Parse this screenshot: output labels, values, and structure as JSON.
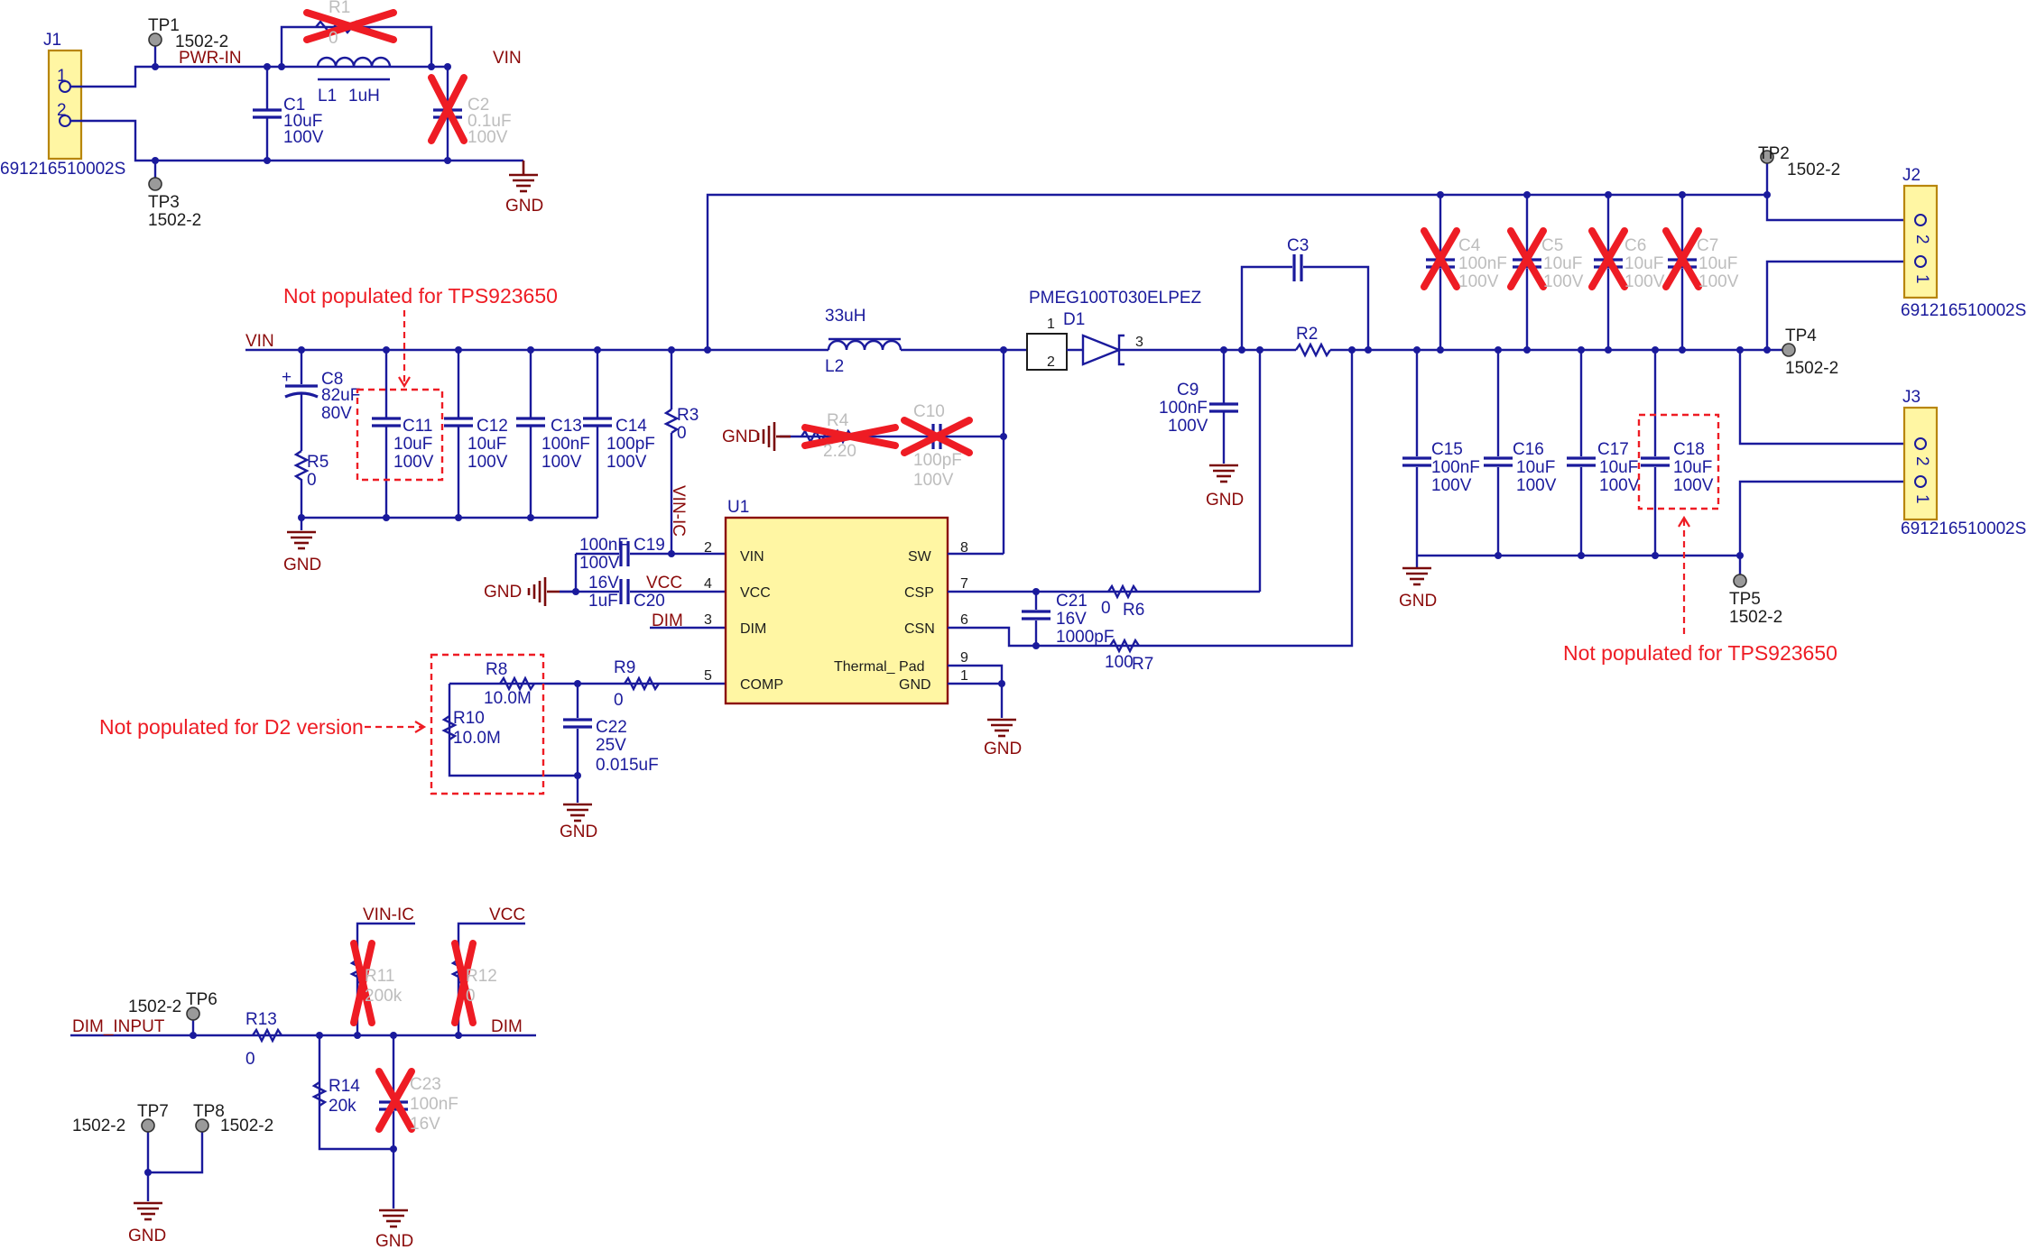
{
  "nets": {
    "pwr_in": "PWR-IN",
    "vin_top": "VIN",
    "vin_left": "VIN",
    "vin_ic": "VIN-IC",
    "vcc": "VCC",
    "dim": "DIM",
    "vin_ic_bottom": "VIN-IC",
    "vcc_bottom": "VCC",
    "dim_input": "DIM_INPUT",
    "dim_bottom": "DIM",
    "gnd": "GND"
  },
  "connectors": {
    "j1": {
      "ref": "J1",
      "part": "69121651000",
      "suffix": "2S",
      "pin1": "1",
      "pin2": "2"
    },
    "j2": {
      "ref": "J2",
      "part": "69121651000",
      "suffix": "2S",
      "pin1": "1",
      "pin2": "2"
    },
    "j3": {
      "ref": "J3",
      "part": "69121651000",
      "suffix": "2S",
      "pin1": "1",
      "pin2": "2"
    }
  },
  "testpoints": {
    "tp1": {
      "ref": "TP1",
      "part": "1502-2"
    },
    "tp2": {
      "ref": "TP2",
      "part": "1502-2"
    },
    "tp3": {
      "ref": "TP3",
      "part": "1502-2"
    },
    "tp4": {
      "ref": "TP4",
      "part": "1502-2"
    },
    "tp5": {
      "ref": "TP5",
      "part": "1502-2"
    },
    "tp6": {
      "ref": "TP6",
      "part": "1502-2"
    },
    "tp7": {
      "ref": "TP7",
      "part": "1502-2"
    },
    "tp8": {
      "ref": "TP8",
      "part": "1502-2"
    }
  },
  "components": {
    "r1": {
      "ref": "R1",
      "value": "0"
    },
    "l1": {
      "ref": "L1",
      "value": "1uH"
    },
    "c1": {
      "ref": "C1",
      "value": "10uF",
      "rating": "100V"
    },
    "c2": {
      "ref": "C2",
      "value": "0.1uF",
      "rating": "100V"
    },
    "c3": {
      "ref": "C3"
    },
    "c4": {
      "ref": "C4",
      "value": "100nF",
      "rating": "100V"
    },
    "c5": {
      "ref": "C5",
      "value": "10uF",
      "rating": "100V"
    },
    "c6": {
      "ref": "C6",
      "value": "10uF",
      "rating": "100V"
    },
    "c7": {
      "ref": "C7",
      "value": "10uF",
      "rating": "100V"
    },
    "c8": {
      "ref": "C8",
      "value": "82uF",
      "rating": "80V"
    },
    "c9": {
      "ref": "C9",
      "value": "100nF",
      "rating": "100V"
    },
    "c10": {
      "ref": "C10",
      "value": "100pF",
      "rating": "100V"
    },
    "c11": {
      "ref": "C11",
      "value": "10uF",
      "rating": "100V"
    },
    "c12": {
      "ref": "C12",
      "value": "10uF",
      "rating": "100V"
    },
    "c13": {
      "ref": "C13",
      "value": "100nF",
      "rating": "100V"
    },
    "c14": {
      "ref": "C14",
      "value": "100pF",
      "rating": "100V"
    },
    "c15": {
      "ref": "C15",
      "value": "100nF",
      "rating": "100V"
    },
    "c16": {
      "ref": "C16",
      "value": "10uF",
      "rating": "100V"
    },
    "c17": {
      "ref": "C17",
      "value": "10uF",
      "rating": "100V"
    },
    "c18": {
      "ref": "C18",
      "value": "10uF",
      "rating": "100V"
    },
    "c19": {
      "ref": "C19",
      "value": "100nF",
      "rating": "100V"
    },
    "c20": {
      "ref": "C20",
      "value": "1uF",
      "rating": "16V"
    },
    "c21": {
      "ref": "C21",
      "value": "1000pF",
      "rating": "16V"
    },
    "c22": {
      "ref": "C22",
      "value": "0.015uF",
      "rating": "25V"
    },
    "c23": {
      "ref": "C23",
      "value": "100nF",
      "rating": "16V"
    },
    "l2": {
      "ref": "L2",
      "value": "33uH"
    },
    "d1": {
      "ref": "D1",
      "part": "PMEG100T030ELPEZ",
      "pin1": "1",
      "pin2": "2",
      "pin3": "3"
    },
    "r2": {
      "ref": "R2"
    },
    "r3": {
      "ref": "R3",
      "value": "0"
    },
    "r4": {
      "ref": "R4",
      "value": "2.20"
    },
    "r5": {
      "ref": "R5",
      "value": "0"
    },
    "r6": {
      "ref": "R6",
      "value": "0"
    },
    "r7": {
      "ref": "R7",
      "value": "100"
    },
    "r8": {
      "ref": "R8",
      "value": "10.0M"
    },
    "r9": {
      "ref": "R9",
      "value": "0"
    },
    "r10": {
      "ref": "R10",
      "value": "10.0M"
    },
    "r11": {
      "ref": "R11",
      "value": "200k"
    },
    "r12": {
      "ref": "R12",
      "value": "0"
    },
    "r13": {
      "ref": "R13",
      "value": "0"
    },
    "r14": {
      "ref": "R14",
      "value": "20k"
    }
  },
  "ic": {
    "ref": "U1",
    "pins": [
      {
        "num": "2",
        "name": "VIN"
      },
      {
        "num": "4",
        "name": "VCC"
      },
      {
        "num": "3",
        "name": "DIM"
      },
      {
        "num": "5",
        "name": "COMP"
      },
      {
        "num": "8",
        "name": "SW"
      },
      {
        "num": "7",
        "name": "CSP"
      },
      {
        "num": "6",
        "name": "CSN"
      },
      {
        "num": "9",
        "name": "Thermal_ Pad"
      },
      {
        "num": "1",
        "name": "GND"
      }
    ]
  },
  "annotations": {
    "np_left": "Not populated for TPS923650",
    "np_right": "Not populated for TPS923650",
    "np_d2": "Not populated for D2 version"
  },
  "colors": {
    "wire": "#1a1a9c",
    "net_label": "#8b0a0a",
    "dnp_mark": "#ee1c24",
    "dnp_text": "#bdbdbd",
    "ic_fill": "#fff6a3",
    "annotation": "#ee1c24"
  }
}
